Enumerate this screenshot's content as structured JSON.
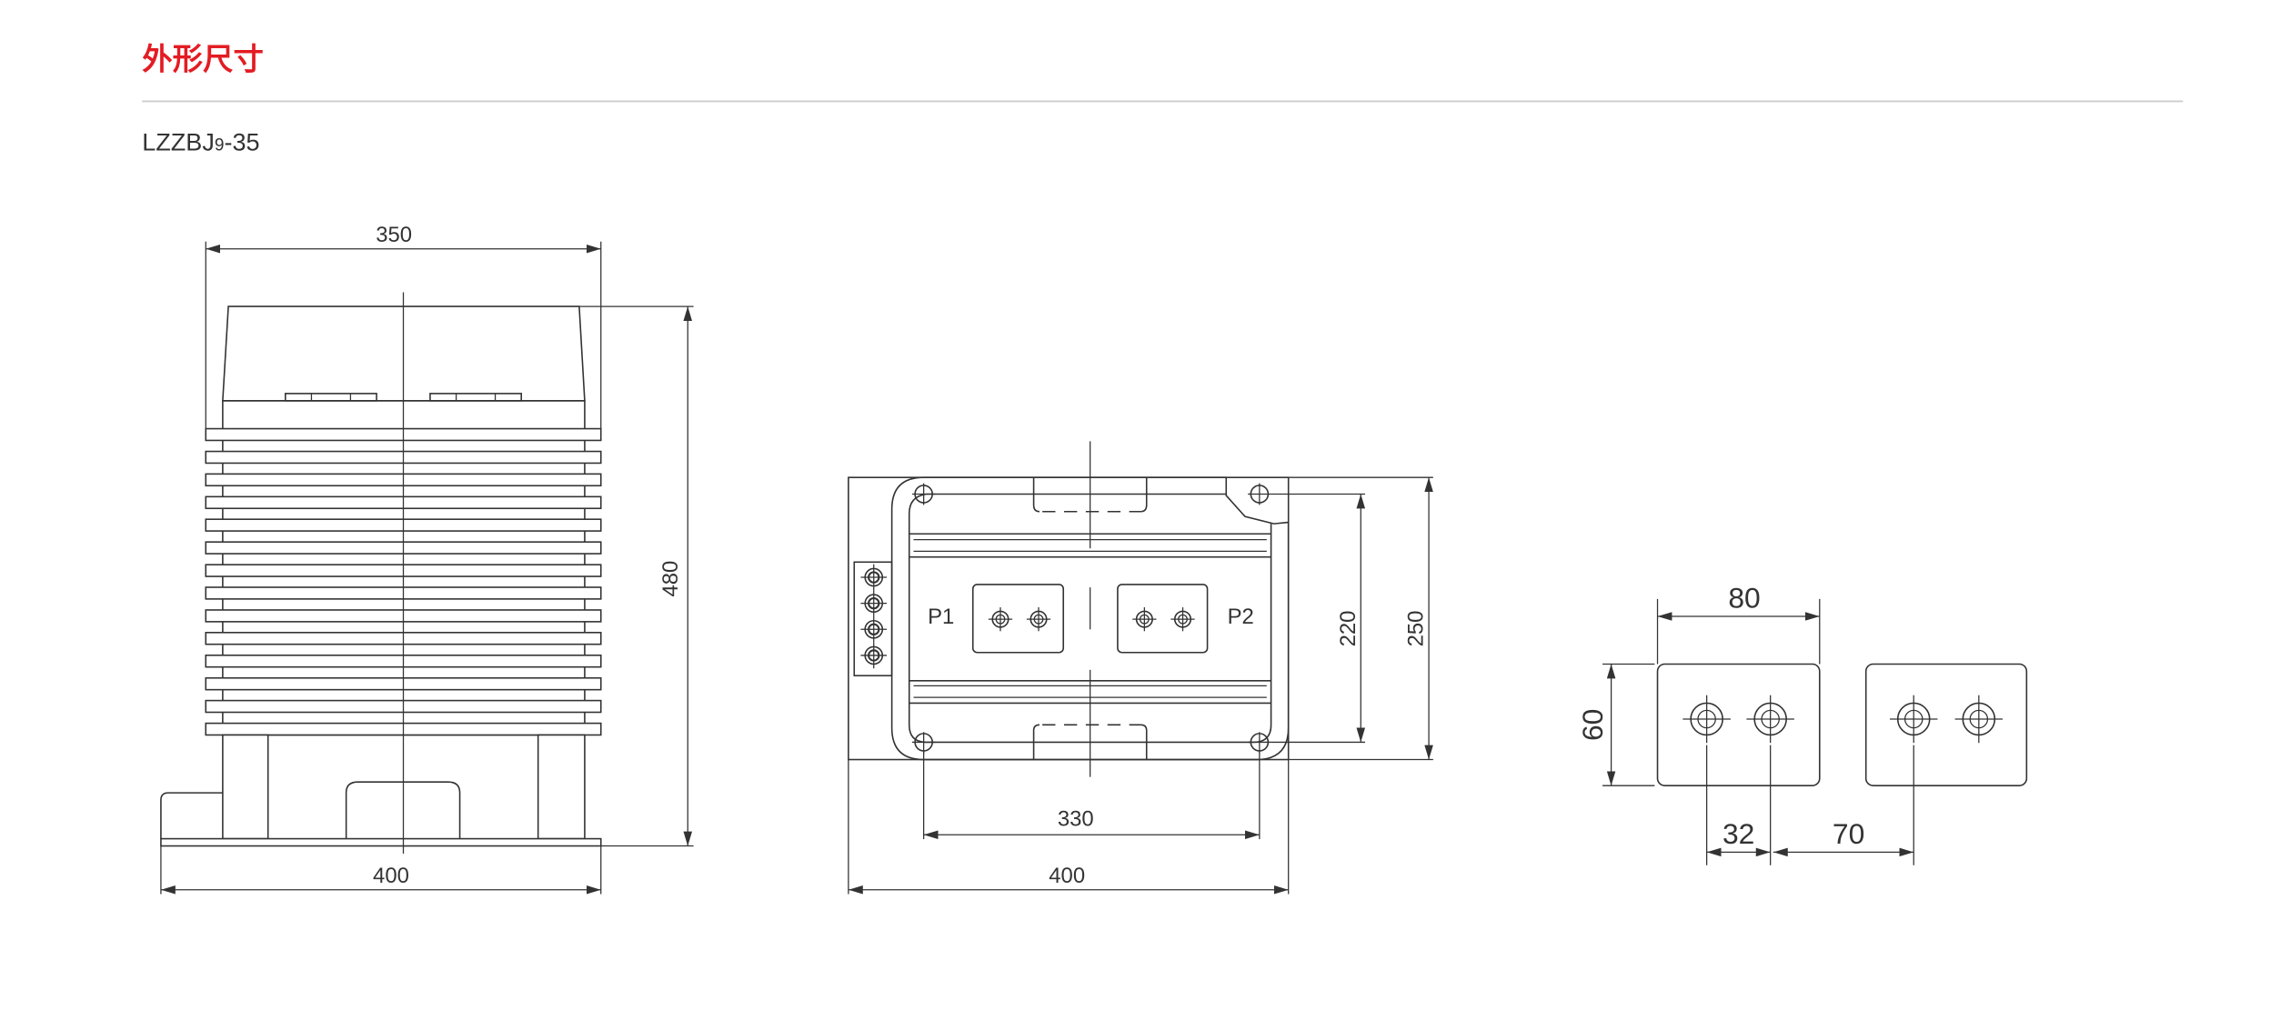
{
  "header": {
    "title": "外形尺寸",
    "model_prefix": "LZZBJ",
    "model_subscript": "9",
    "model_suffix": "-35"
  },
  "colors": {
    "title": "#e31c23",
    "line": "#333333",
    "rule": "#cccccc"
  },
  "front_view": {
    "width_top": "350",
    "height": "480",
    "width_base": "400"
  },
  "top_view": {
    "inner_height": "220",
    "outer_height": "250",
    "hole_spacing": "330",
    "width": "400",
    "label_p1": "P1",
    "label_p2": "P2"
  },
  "terminal_view": {
    "width": "80",
    "height": "60",
    "hole_pitch": "32",
    "group_offset": "70"
  }
}
